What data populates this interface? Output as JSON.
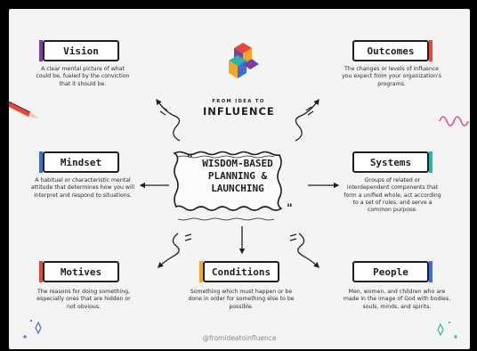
{
  "logo": {
    "line1": "FROM IDEA TO",
    "line2": "INFLUENCE",
    "colors": [
      "#f5a623",
      "#2bb5a7",
      "#7b3fa0",
      "#e8453c",
      "#3b6fd1"
    ]
  },
  "center": {
    "title": "WISDOM-BASED PLANNING & LAUNCHING"
  },
  "nodes": {
    "vision": {
      "title": "Vision",
      "desc": "A clear mental picture of what could be, fueled by the conviction that it should be.",
      "accent": "#7b3fa0"
    },
    "outcomes": {
      "title": "Outcomes",
      "desc": "The changes or levels of influence you expect from your organization's programs.",
      "accent": "#e8453c"
    },
    "mindset": {
      "title": "Mindset",
      "desc": "A habitual or characteristic mental attitude that determines how you will interpret and respond to situations.",
      "accent": "#3b6fd1"
    },
    "systems": {
      "title": "Systems",
      "desc": "Groups of related or interdependent components that form a unified whole, act according to a set of rules, and serve a common purpose.",
      "accent": "#2bb5a7"
    },
    "motives": {
      "title": "Motives",
      "desc": "The reasons for doing something, especially ones that are hidden or not obvious.",
      "accent": "#e8453c"
    },
    "conditions": {
      "title": "Conditions",
      "desc": "Something which must happen or be done in order for something else to be possible.",
      "accent": "#f5a623"
    },
    "people": {
      "title": "People",
      "desc": "Men, women, and children who are made in the image of God with bodies, souls, minds, and spirits.",
      "accent": "#3b6fd1"
    }
  },
  "footer": {
    "handle": "@fromideatoinfluence"
  }
}
